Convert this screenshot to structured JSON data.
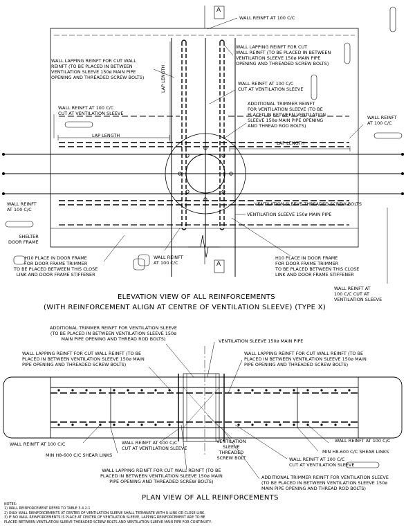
{
  "elevation": {
    "title_line1": "ELEVATION VIEW OF ALL REINFORCEMENTS",
    "title_line2": "(WITH REINFORCEMENT ALIGN AT CENTRE OF VENTILATION SLEEVE) (TYPE X)",
    "section_mark": "A",
    "labels": {
      "wall_reinft_top": "WALL REINFT AT 100 C/C",
      "lapping_right": "WALL LAPPING REINFT FOR CUT\nWALL REINFT (TO BE PLACED IN BETWEEN\nVENTILATION SLEEVE 150ø MAIN PIPE\nOPENING AND THREADED SCREW BOLTS)",
      "lapping_left": "WALL LAPPING REINFT FOR CUT WALL\nREINFT (TO BE PLACED IN BETWEEN\nVENTILATION SLEEVE 150ø MAIN PIPE\nOPENING AND THREADED SCREW BOLTS)",
      "cut_sleeve_mid": "WALL REINFT AT 100 C/C\nCUT AT VENTILATION SLEEVE",
      "cut_sleeve_left": "WALL REINFT AT 100 C/C\nCUT AT VENTILATION SLEEVE",
      "trimmer": "ADDITIONAL TRIMMER REINFT\nFOR VENTILATION SLEEVE (TO BE\nPLACED IN BETWEEN VENTILATION\nSLEEVE 150ø MAIN PIPE OPENING\nAND THREAD ROD BOLTS)",
      "wall_right": "WALL REINFT\nAT 100 C/C",
      "lap_length_vertical": "LAP LENGTH",
      "lap_length_left": "LAP LENGTH",
      "lap_length_right": "LAP LENGTH",
      "wall_left": "WALL REINFT\nAT 100 C/C",
      "threaded_bolts": "VENTILATION SLEEVE THREADED SCREW BOLTS",
      "main_pipe": "VENTILATION SLEEVE 150ø MAIN PIPE",
      "shelter_door": "SHELTER\nDOOR FRAME",
      "h10_left": "H10 PLACE IN DOOR FRAME\nFOR DOOR FRAME TRIMMER\nTO BE PLACED BETWEEN THIS CLOSE\nLINK AND DOOR FRAME STIFFENER",
      "wall_center": "WALL REINFT\nAT 100 C/C",
      "h10_right": "H10 PLACE IN DOOR FRAME\nFOR DOOR FRAME TRIMMER\nTO BE PLACED BETWEEN THIS CLOSE\nLINK AND DOOR FRAME STIFFENER",
      "cut_sleeve_bottom_right": "WALL REINFT AT\n100 C/C CUT AT\nVENTILATION SLEEVE"
    }
  },
  "plan": {
    "title": "PLAN VIEW OF ALL REINFORCEMENTS",
    "labels": {
      "trimmer_top": "ADDITIONAL TRIMMER REINFT FOR VENTILATION SLEEVE\n(TO BE PLACED IN BETWEEN VENTILATION SLEEVE 150ø\nMAIN PIPE OPENING AND THREAD ROD BOLTS)",
      "main_pipe": "VENTILATION SLEEVE 150ø MAIN PIPE",
      "lapping_left": "WALL LAPPING REINFT FOR CUT WALL REINFT (TO BE\nPLACED IN BETWEEN VENTILATION SLEEVE 150ø MAIN\nPIPE OPENING AND THREADED SCREW BOLTS)",
      "lapping_right": "WALL LAPPING REINFT FOR CUT WALL REINFT (TO BE\nPLACED IN BETWEEN VENTILATION SLEEVE 150ø MAIN\nPIPE OPENING AND THREADED SCREW BOLTS)",
      "wall_left": "WALL REINFT AT 100 C/C",
      "shear_left": "MIN H8-600 C/C SHEAR LINKS",
      "cut_center": "WALL REINFT AT 100 C/C\nCUT AT VENTILATION SLEEVE",
      "screw_bolt": "VENTILATION\nSLEEVE\nTHREADED\nSCREW BOLT",
      "wall_right": "WALL REINFT AT 100 C/C",
      "shear_right": "MIN H8-600 C/C SHEAR LINKS",
      "cut_right": "WALL REINFT AT 100 C/C\nCUT AT VENTILATION SLEEVE",
      "lapping_bottom": "WALL LAPPING REINFT FOR CUT WALL REINFT (TO BE\nPLACED IN BETWEEN VENTILATION SLEEVE 150ø MAIN\nPIPE OPENING AND THREADED SCREW BOLTS)",
      "trimmer_bottom": "ADDITIONAL TRIMMER REINFT FOR VENTILATION SLEEVE\n(TO BE PLACED IN BETWEEN VENTILATION SLEEVE 150ø\nMAIN PIPE OPENING AND THREAD ROD BOLTS)"
    }
  },
  "notes": "NOTES:\n1) WALL REINFORCEMENT REFER TO TABLE 3.4.2.1\n2) ONLY WALL REINFORCEMENTS AT CENTER OF VENTILATION SLEEVE SHALL TERMINATE WITH U-LINK OR CLOSE LINK.\n3) IF NO WALL REINFORCEMENTS IS PLACE AT CENTER OF VENTILATION SLEEVE, LAPPING REINFORCEMENT ARE TO BE\nPLACED BETWEEN VENTILATION SLEEVE THREADED SCREW BOLTS AND VENTILATION SLEEVE MAIN PIPE FOR CONTINUITY."
}
